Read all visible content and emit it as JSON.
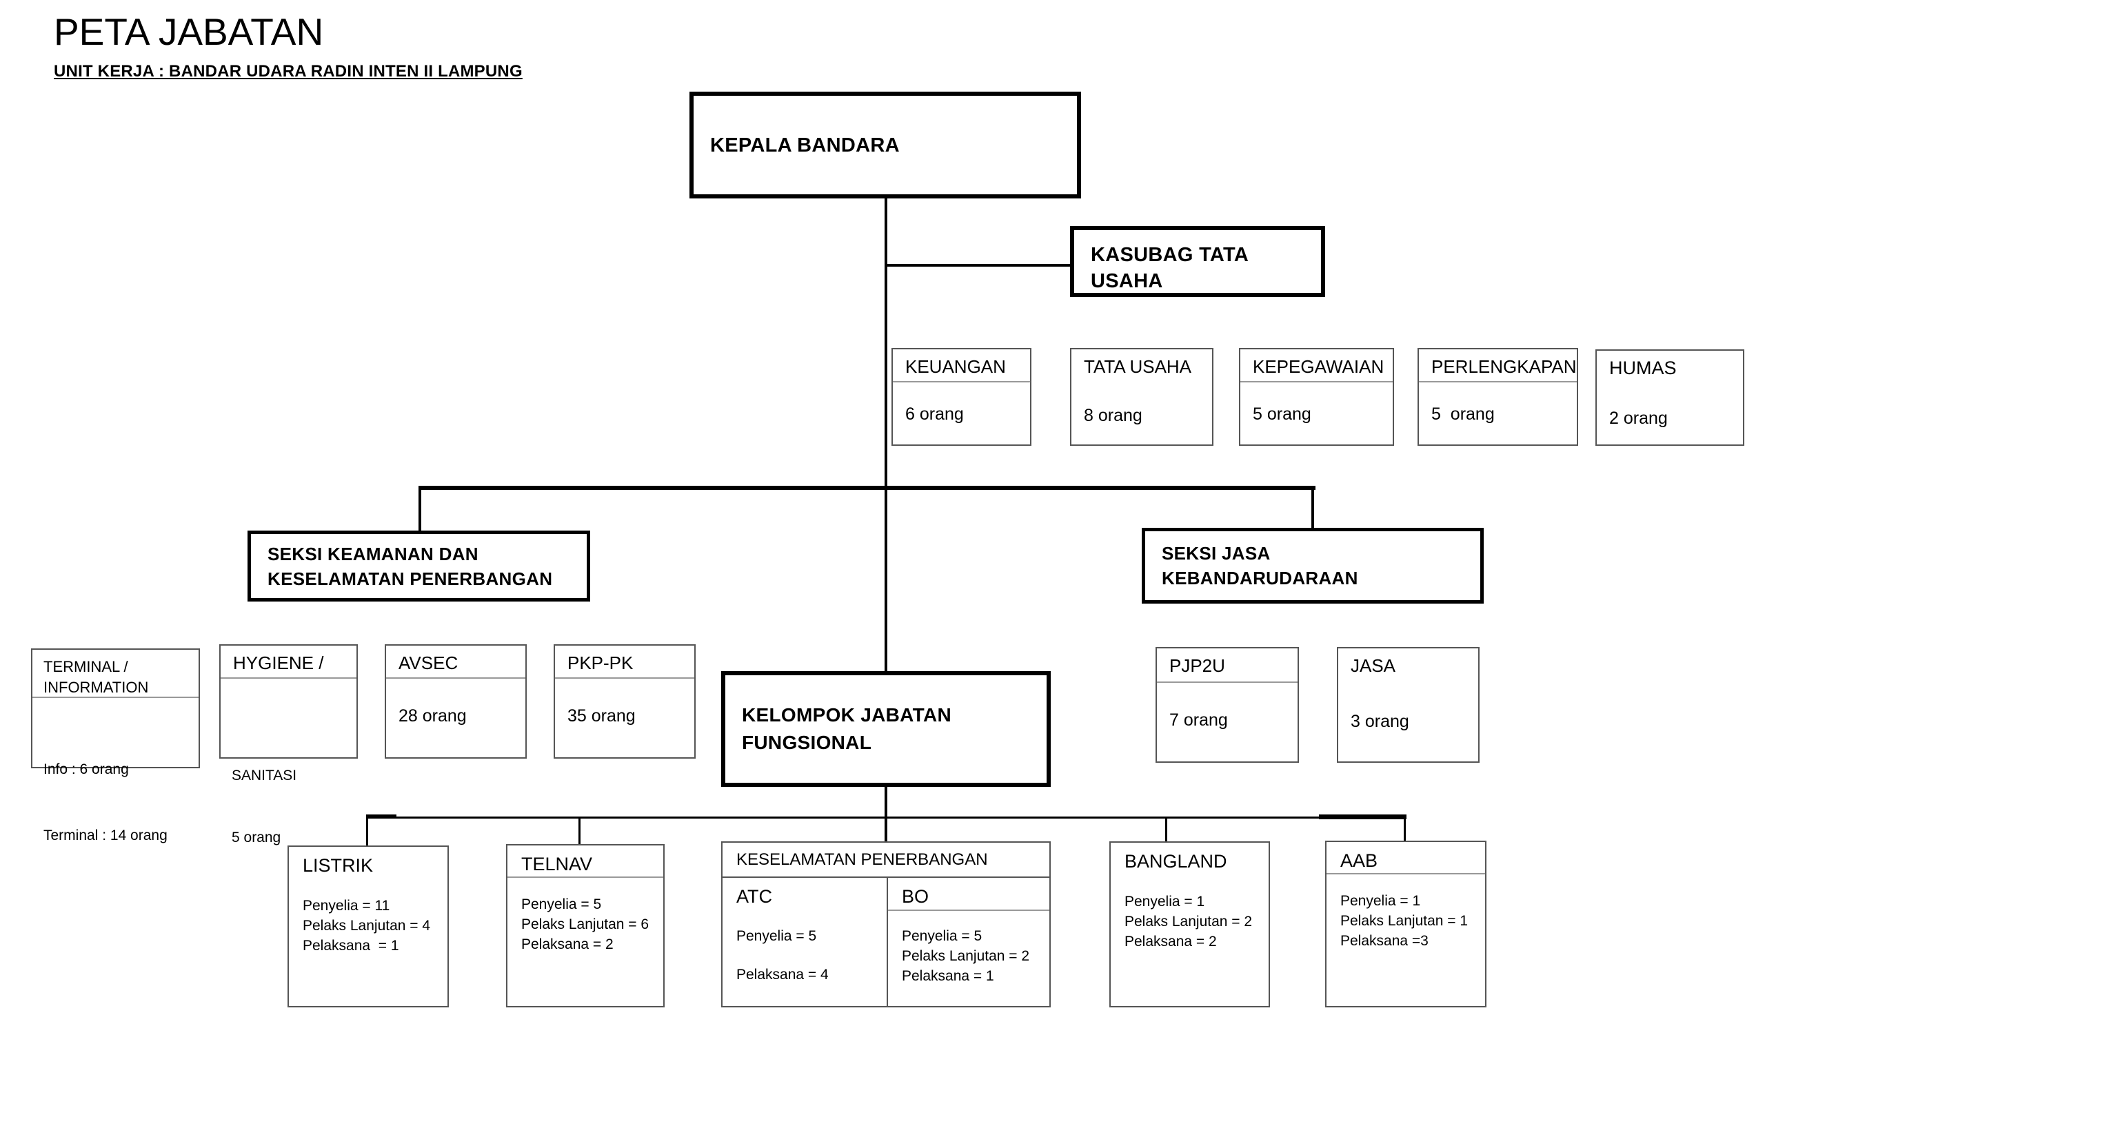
{
  "page": {
    "title": "PETA JABATAN",
    "subtitle": "UNIT KERJA : BANDAR UDARA RADIN INTEN II LAMPUNG"
  },
  "org": {
    "kepala": {
      "title": "KEPALA BANDARA"
    },
    "kasubag": {
      "title": "KASUBAG TATA USAHA"
    },
    "tu_units": [
      {
        "title": "KEUANGAN",
        "staff": "6 orang"
      },
      {
        "title": "TATA USAHA",
        "staff": "8 orang"
      },
      {
        "title": "KEPEGAWAIAN",
        "staff": "5 orang"
      },
      {
        "title": "PERLENGKAPAN",
        "staff": "5  orang"
      },
      {
        "title": "HUMAS",
        "staff": "2 orang"
      }
    ],
    "seksi_keamanan": {
      "line1": "SEKSI KEAMANAN DAN",
      "line2": "KESELAMATAN PENERBANGAN"
    },
    "seksi_jasa": {
      "line1": "SEKSI JASA",
      "line2": "KEBANDARUDARAAN"
    },
    "terminal": {
      "title_line1": "TERMINAL /",
      "title_line2": "INFORMATION",
      "lines": [
        "Info : 6 orang",
        "Terminal : 14 orang"
      ]
    },
    "hygiene": {
      "title": "HYGIENE /",
      "lines": [
        "SANITASI",
        "5 orang"
      ]
    },
    "avsec": {
      "title": "AVSEC",
      "staff": "28 orang"
    },
    "pkppk": {
      "title": "PKP-PK",
      "staff": "35 orang"
    },
    "kelompok": {
      "line1": "KELOMPOK JABATAN",
      "line2": "FUNGSIONAL"
    },
    "pjp2u": {
      "title": "PJP2U",
      "staff": "7 orang"
    },
    "jasa": {
      "title": "JASA",
      "staff": "3 orang"
    },
    "listrik": {
      "title": "LISTRIK",
      "lines": [
        "Penyelia = 11",
        "Pelaks Lanjutan = 4",
        "Pelaksana  = 1"
      ]
    },
    "telnav": {
      "title": "TELNAV",
      "lines": [
        "Penyelia = 5",
        "Pelaks Lanjutan = 6",
        "Pelaksana = 2"
      ]
    },
    "keselamatan": {
      "title": "KESELAMATAN PENERBANGAN",
      "atc": {
        "title": "ATC",
        "line1": "Penyelia = 5",
        "line2": "Pelaksana = 4"
      },
      "bo": {
        "title": "BO",
        "lines": [
          "Penyelia = 5",
          "Pelaks Lanjutan = 2",
          "Pelaksana = 1"
        ]
      }
    },
    "bangland": {
      "title": "BANGLAND",
      "lines": [
        "Penyelia = 1",
        "Pelaks Lanjutan = 2",
        "Pelaksana = 2"
      ]
    },
    "aab": {
      "title": "AAB",
      "lines": [
        "Penyelia = 1",
        "Pelaks Lanjutan = 1",
        "Pelaksana =3"
      ]
    }
  }
}
